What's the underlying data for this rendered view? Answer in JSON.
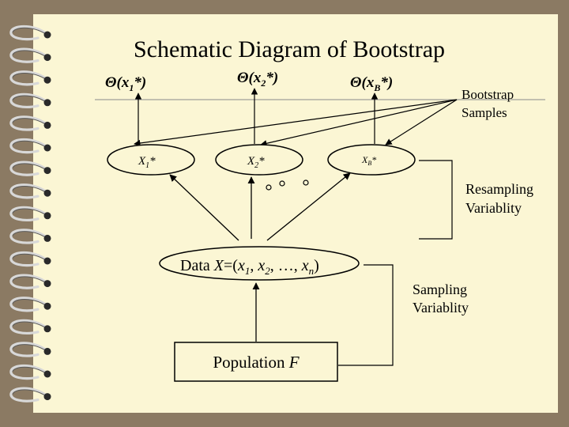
{
  "title": "Schematic Diagram of Bootstrap",
  "theta": {
    "symbol": "Θ",
    "s1": {
      "open": "(x",
      "sub": "1",
      "close": "*)"
    },
    "s2": {
      "open": "(x",
      "sub": "2",
      "close": "*)"
    },
    "sB": {
      "open": "(x",
      "sub": "B",
      "close": "*)"
    }
  },
  "samples": {
    "x1": {
      "main": "X",
      "sub": "1",
      "star": "*"
    },
    "x2": {
      "main": "X",
      "sub": "2",
      "star": "*"
    },
    "xB": {
      "main": "X",
      "sub": "B",
      "star": "*"
    }
  },
  "data_box": {
    "label": "Data ",
    "expr_x": "X",
    "expr_eq": "=(",
    "x1": "x",
    "sub1": "1",
    "comma1": ", ",
    "x2": "x",
    "sub2": "2",
    "mid": ", …, ",
    "xn": "x",
    "subn": "n",
    "close": ")"
  },
  "population": {
    "label": "Population ",
    "var": "F"
  },
  "labels": {
    "bootstrap_line1": "Bootstrap",
    "bootstrap_line2": "Samples",
    "resampling_line1": "Resampling",
    "resampling_line2": "Variablity",
    "sampling_line1": "Sampling",
    "sampling_line2": "Variablity"
  },
  "colors": {
    "background": "#8b7a63",
    "paper": "#fbf6d4",
    "ink": "#000000",
    "divider": "#8a8a8a"
  }
}
